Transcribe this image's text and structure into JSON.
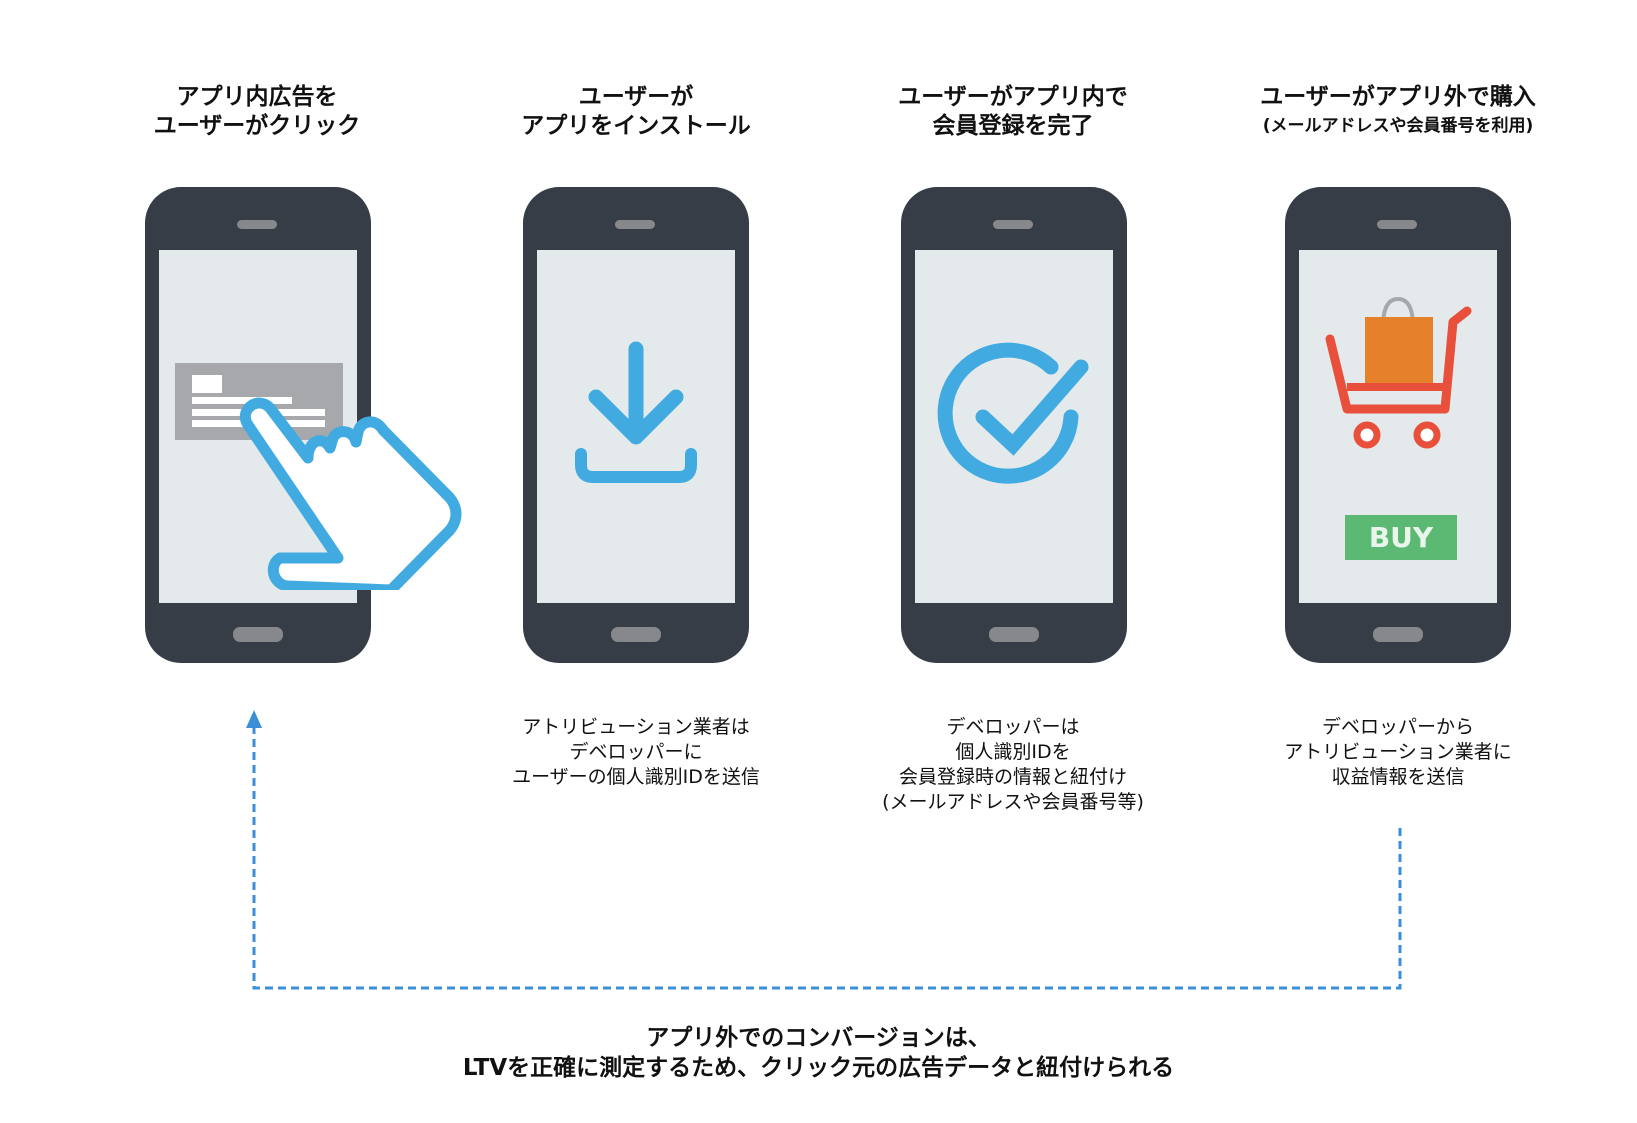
{
  "steps": [
    {
      "title_lines": [
        "アプリ内広告を",
        "ユーザーがクリック"
      ],
      "icon": "hand-tap-icon"
    },
    {
      "title_lines": [
        "ユーザーが",
        "アプリをインストール"
      ],
      "icon": "download-icon",
      "desc_lines": [
        "アトリビューション業者は",
        "デベロッパーに",
        "ユーザーの個人識別IDを送信"
      ]
    },
    {
      "title_lines": [
        "ユーザーがアプリ内で",
        "会員登録を完了"
      ],
      "icon": "check-circle-icon",
      "desc_lines": [
        "デベロッパーは",
        "個人識別IDを",
        "会員登録時の情報と紐付け",
        "(メールアドレスや会員番号等)"
      ]
    },
    {
      "title_lines": [
        "ユーザーがアプリ外で購入",
        "(メールアドレスや会員番号を利用)"
      ],
      "icon": "shopping-cart-icon",
      "buy_label": "BUY",
      "desc_lines": [
        "デベロッパーから",
        "アトリビューション業者に",
        "収益情報を送信"
      ]
    }
  ],
  "conclusion_lines": [
    "アプリ外でのコンバージョンは、",
    "LTVを正確に測定するため、クリック元の広告データと紐付けられる"
  ],
  "colors": {
    "phone": "#363d46",
    "screen": "#e4e9ec",
    "accent": "#41abe1",
    "cart": "#e8503c",
    "bag": "#e5812a",
    "buy": "#5bb974"
  }
}
